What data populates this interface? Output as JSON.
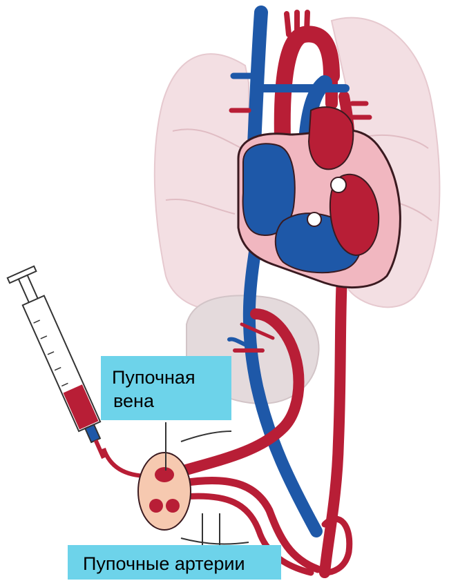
{
  "labels": {
    "umbilical_vein_line1": "Пупочная",
    "umbilical_vein_line2": "вена",
    "umbilical_arteries": "Пупочные артерии"
  },
  "colors": {
    "vein_blue": "#1e58a8",
    "artery_red": "#b81e36",
    "heart_outline": "#3a1a20",
    "lung_pink": "#f3dfe3",
    "liver_gray": "#e4dadc",
    "label_box": "#6dd3ea",
    "cord_fill": "#f6c9b0"
  },
  "icons": {
    "syringe": "syringe-icon"
  }
}
